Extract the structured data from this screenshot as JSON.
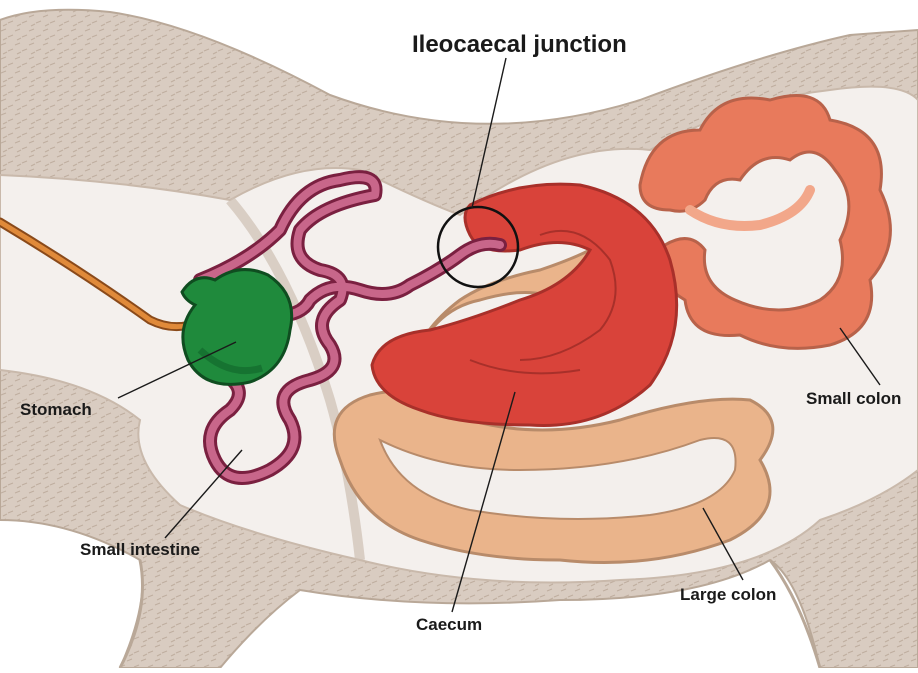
{
  "diagram": {
    "title": "Ileocaecal junction",
    "labels": {
      "stomach": "Stomach",
      "small_intestine": "Small intestine",
      "caecum": "Caecum",
      "large_colon": "Large colon",
      "small_colon": "Small colon"
    },
    "colors": {
      "body_fill": "#d7c9bd",
      "abdomen_fill": "#f3efec",
      "stomach": "#1f8a3c",
      "small_intestine": "#b2335f",
      "caecum": "#d8433b",
      "large_colon": "#e8b48b",
      "small_colon": "#e77a5b",
      "esophagus": "#c96a2a"
    }
  }
}
